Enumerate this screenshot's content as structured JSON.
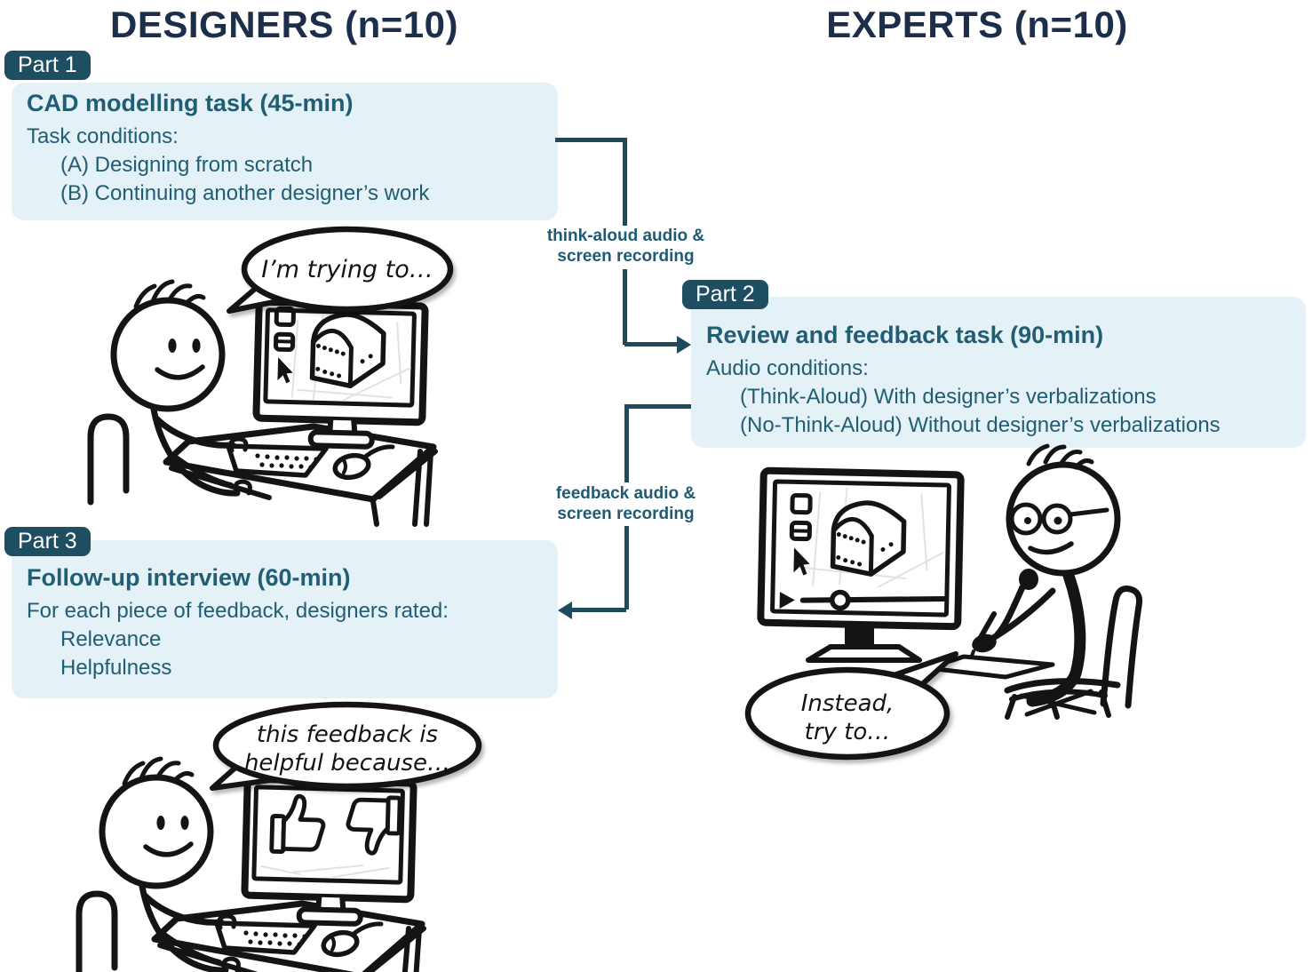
{
  "headers": {
    "designers": "DESIGNERS (n=10)",
    "experts": "EXPERTS (n=10)"
  },
  "parts": {
    "part1": {
      "badge": "Part 1",
      "title": "CAD modelling task (45-min)",
      "intro": "Task conditions:",
      "items": [
        "(A) Designing from scratch",
        "(B) Continuing another designer’s work"
      ]
    },
    "part2": {
      "badge": "Part 2",
      "title": "Review and feedback task (90-min)",
      "intro": "Audio conditions:",
      "items": [
        "(Think-Aloud) With designer’s verbalizations",
        "(No-Think-Aloud) Without designer’s verbalizations"
      ]
    },
    "part3": {
      "badge": "Part 3",
      "title": "Follow-up interview (60-min)",
      "intro": "For each piece of feedback, designers rated:",
      "items": [
        "Relevance",
        "Helpfulness"
      ]
    }
  },
  "connectors": {
    "think_aloud": {
      "line1": "think-aloud audio &",
      "line2": "screen recording"
    },
    "feedback": {
      "line1": "feedback audio &",
      "line2": "screen recording"
    }
  },
  "bubbles": {
    "designer_cad": {
      "line1": "I’m trying to…"
    },
    "expert": {
      "line1": "Instead,",
      "line2": "try to…"
    },
    "designer_rating": {
      "line1": "this feedback is",
      "line2": "helpful because…"
    }
  },
  "colors": {
    "header_text": "#1c2e49",
    "badge_bg": "#1d4e61",
    "badge_text": "#ffffff",
    "panel_bg": "#e4f1f7",
    "panel_text": "#215d73",
    "connector": "#1d4a5c",
    "ink": "#141414"
  },
  "icons": {
    "cad_model": "cad-loaf-model-icon",
    "cursor": "cursor-arrow-icon",
    "tools": "tool-palette-icons",
    "play": "play-button-icon",
    "thumbs_up": "thumbs-up-icon",
    "thumbs_down": "thumbs-down-icon"
  }
}
